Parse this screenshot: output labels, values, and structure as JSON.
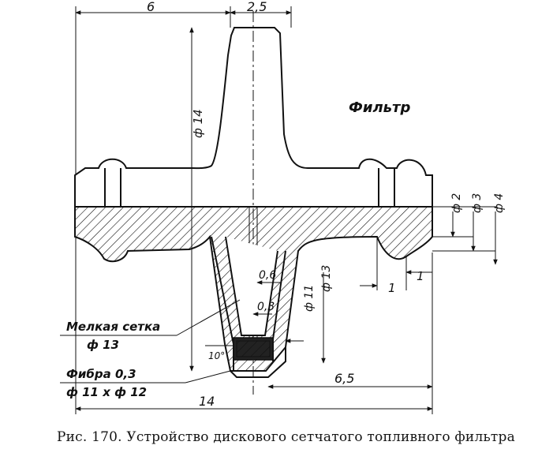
{
  "title_label": "Фильтр",
  "caption": "Рис. 170. Устройство дискового сетчатого топливного фильтра",
  "dimensions": {
    "width_6": "6",
    "width_2_5": "2,5",
    "dia_14_vertical": "ф 14",
    "dia_2": "ф 2",
    "dia_3": "ф 3",
    "dia_4": "ф 4",
    "dim_0_6": "0,6",
    "dim_0_3": "0,3",
    "dia_11": "ф 11",
    "dia_13_right": "ф 13",
    "dim_1_left": "1",
    "dim_1_right": "1",
    "angle_10": "10°",
    "dim_6_5": "6,5",
    "dim_14_bottom": "14"
  },
  "callouts": {
    "mesh_label": "Мелкая сетка",
    "mesh_dia": "ф 13",
    "fiber_label": "Фибра 0,3",
    "fiber_dia": "ф 11 х ф 12"
  },
  "colors": {
    "ink": "#111111",
    "paper": "#ffffff"
  }
}
